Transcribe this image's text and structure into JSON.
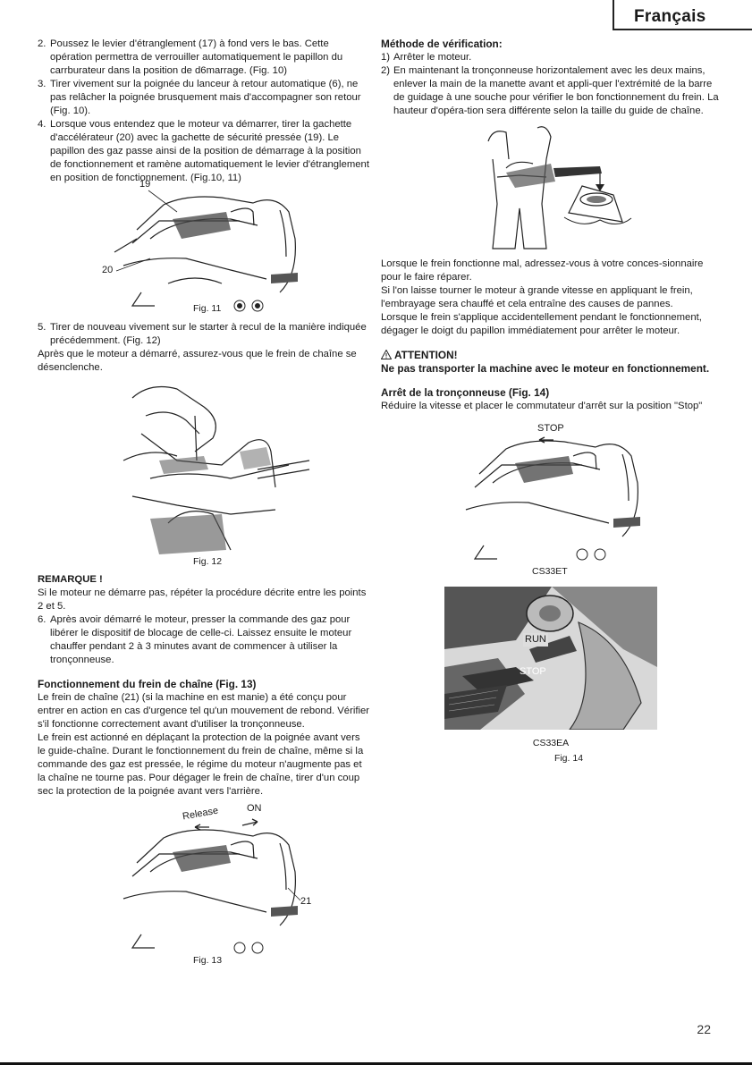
{
  "header": {
    "language": "Français"
  },
  "left": {
    "step2": {
      "num": "2.",
      "text": "Poussez le levier d'étranglement (17) à fond vers le bas. Cette opération permettra de verrouiller automatiquement le papillon du carrburateur dans la position de d6marrage. (Fig. 10)"
    },
    "step3": {
      "num": "3.",
      "text": "Tirer vivement sur la poignée du lanceur à retour automatique (6), ne pas relâcher la poignée brusquement mais d'accompagner son retour (Fig. 10)."
    },
    "step4": {
      "num": "4.",
      "text": "Lorsque vous entendez que le moteur va démarrer, tirer la gachette d'accélérateur (20) avec la gachette de sécurité pressée (19). Le papillon des gaz passe ainsi de la position de démarrage à la position de fonctionnement et ramène automatiquement le levier d'étranglement en position de fonctionnement. (Fig.10, 11)"
    },
    "fig11": {
      "label19": "19",
      "label20": "20",
      "caption": "Fig. 11"
    },
    "step5": {
      "num": "5.",
      "text": "Tirer de nouveau vivement sur le starter à recul de la manière indiquée précédemment. (Fig. 12)"
    },
    "after_start": "Après que le moteur a démarré, assurez-vous que le frein de chaîne se désenclenche.",
    "fig12": {
      "caption": "Fig. 12"
    },
    "remark_title": "REMARQUE !",
    "remark_text": "Si le moteur ne démarre pas, répéter la procédure décrite entre les points 2 et 5.",
    "step6": {
      "num": "6.",
      "text": "Après avoir démarré le moteur, presser la commande des gaz pour libérer le dispositif de blocage de celle-ci. Laissez ensuite le moteur chauffer pendant 2 à 3 minutes avant de commencer à utiliser la tronçonneuse."
    },
    "brake_title": "Fonctionnement du frein de chaîne (Fig. 13)",
    "brake_p1": "Le frein de chaîne (21) (si la machine en est manie) a été conçu pour entrer en action en cas d'urgence tel qu'un mouvement de rebond. Vérifier s'il fonctionne correctement avant d'utiliser la tronçonneuse.",
    "brake_p2": "Le frein est actionné en déplaçant la protection de la poignée avant vers le guide-chaîne. Durant le fonctionnement du frein de chaîne, même si la commande des gaz est pressée, le régime du moteur n'augmente pas et la chaîne ne tourne pas. Pour dégager le frein de chaîne, tirer d'un coup sec la protection de la poignée avant vers l'arrière.",
    "fig13": {
      "release": "Release",
      "on": "ON",
      "label21": "21",
      "caption": "Fig. 13"
    }
  },
  "right": {
    "method_title": "Méthode de vérification:",
    "method1": {
      "num": "1)",
      "text": "Arrêter le moteur."
    },
    "method2": {
      "num": "2)",
      "text": "En maintenant la tronçonneuse horizontalement avec les deux mains, enlever la main de la manette avant et appli-quer l'extrémité de la barre de guidage à une souche pour vérifier le bon fonctionnement du frein. La hauteur d'opéra-tion sera différente selon la taille du guide de chaîne."
    },
    "p_repair": "Lorsque le frein fonctionne mal, adressez-vous à votre conces-sionnaire pour le faire réparer.",
    "p_speed": "Si l'on laisse tourner le moteur à grande vitesse en appliquant le frein, l'embrayage sera chauffé et cela entraîne des causes de pannes.",
    "p_accident": "Lorsque le frein s'applique accidentellement pendant le fonctionnement, dégager le doigt du papillon immédiatement pour arrêter le moteur.",
    "attention_title": "ATTENTION!",
    "attention_text": "Ne pas transporter la machine avec le moteur en fonctionnement.",
    "stop_title": "Arrêt de la tronçonneuse (Fig. 14)",
    "stop_text": "Réduire la vitesse et placer le commutateur d'arrêt sur la position \"Stop\"",
    "fig14a": {
      "stop": "STOP",
      "model": "CS33ET"
    },
    "fig14b": {
      "run": "RUN",
      "stop": "STOP",
      "model": "CS33EA",
      "caption": "Fig. 14"
    }
  },
  "page_number": "22"
}
